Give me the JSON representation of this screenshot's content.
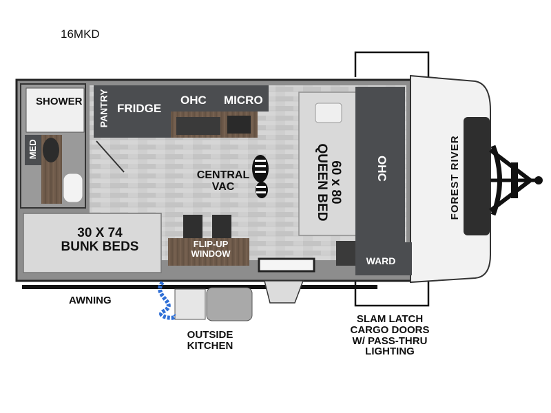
{
  "model": "16MKD",
  "brand": "FOREST RIVER",
  "rooms": {
    "shower": "SHOWER",
    "med": "MED",
    "pantry": "PANTRY",
    "fridge": "FRIDGE",
    "ohc_kitchen": "OHC",
    "micro": "MICRO",
    "central_vac": "CENTRAL\nVAC",
    "queen_bed": "60 x 80\nQUEEN BED",
    "ohc_front": "OHC",
    "bunk_beds": "30 X 74\nBUNK BEDS",
    "flip_up_window": "FLIP-UP\nWINDOW",
    "ward": "WARD"
  },
  "exterior": {
    "awning": "AWNING",
    "outside_kitchen": "OUTSIDE\nKITCHEN",
    "cargo_doors": "SLAM LATCH\nCARGO DOORS\nW/ PASS-THRU\nLIGHTING"
  },
  "colors": {
    "wall": "#3a3a3a",
    "floor": "#c9c9c9",
    "cabinet": "#4b4d50",
    "bed": "#d9d9d9",
    "wood": "#6e5a4a",
    "exterior_cap": "#f2f2f2",
    "hose": "#2f6fd6"
  }
}
